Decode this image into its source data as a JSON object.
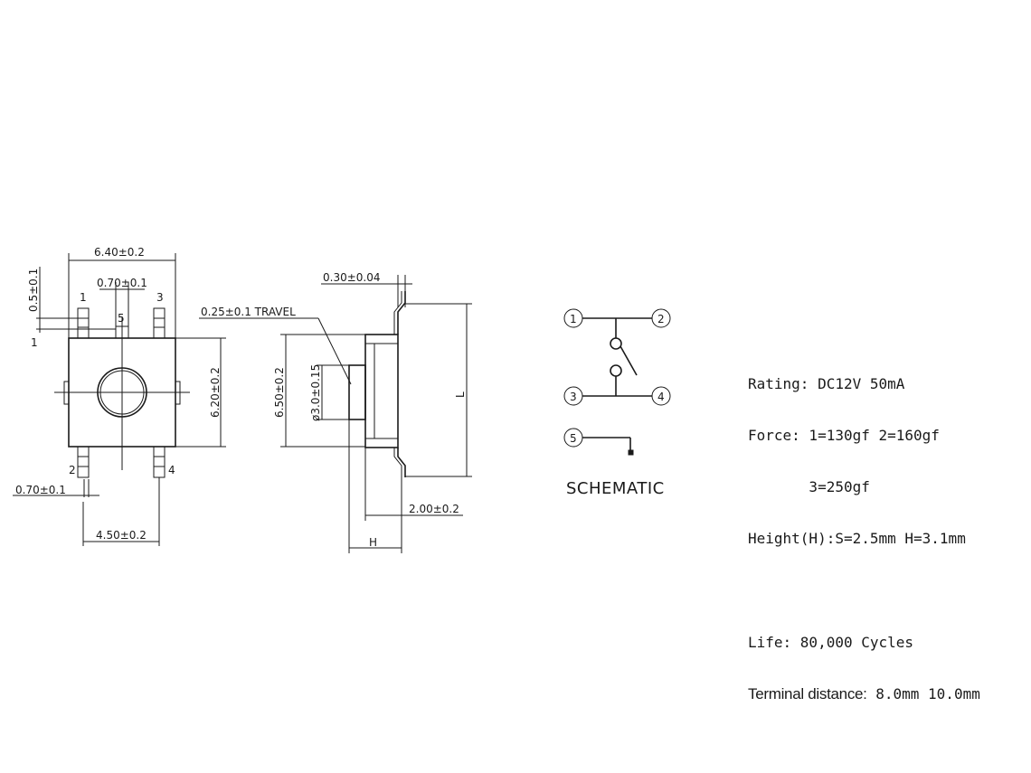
{
  "top_view": {
    "dim_width": "6.40±0.2",
    "dim_pin5_width": "0.70±0.1",
    "dim_pin_offset": "0.5±0.1",
    "dim_height": "6.20±0.2",
    "dim_pin_width": "0.70±0.1",
    "dim_pin_pitch": "4.50±0.2",
    "pin_1": "1",
    "pin_2": "2",
    "pin_3": "3",
    "pin_4": "4",
    "pin_5": "5",
    "mark_1": "1"
  },
  "side_view": {
    "dim_thickness": "0.30±0.04",
    "dim_travel": "0.25±0.1 TRAVEL",
    "dim_body": "6.50±0.2",
    "dim_actuator": "ø3.0±0.15",
    "dim_length": "L",
    "dim_standoff": "2.00±0.2",
    "dim_height": "H"
  },
  "schematic": {
    "title": "SCHEMATIC",
    "t1": "1",
    "t2": "2",
    "t3": "3",
    "t4": "4",
    "t5": "5"
  },
  "specs": {
    "rating": "Rating: DC12V 50mA",
    "force_1": "Force: 1=130gf 2=160gf",
    "force_2": "       3=250gf",
    "height": "Height(H):S=2.5mm H=3.1mm",
    "life": "Life: 80,000 Cycles",
    "terminal_label": "Terminal distance:",
    "terminal_value": " 8.0mm 10.0mm"
  }
}
